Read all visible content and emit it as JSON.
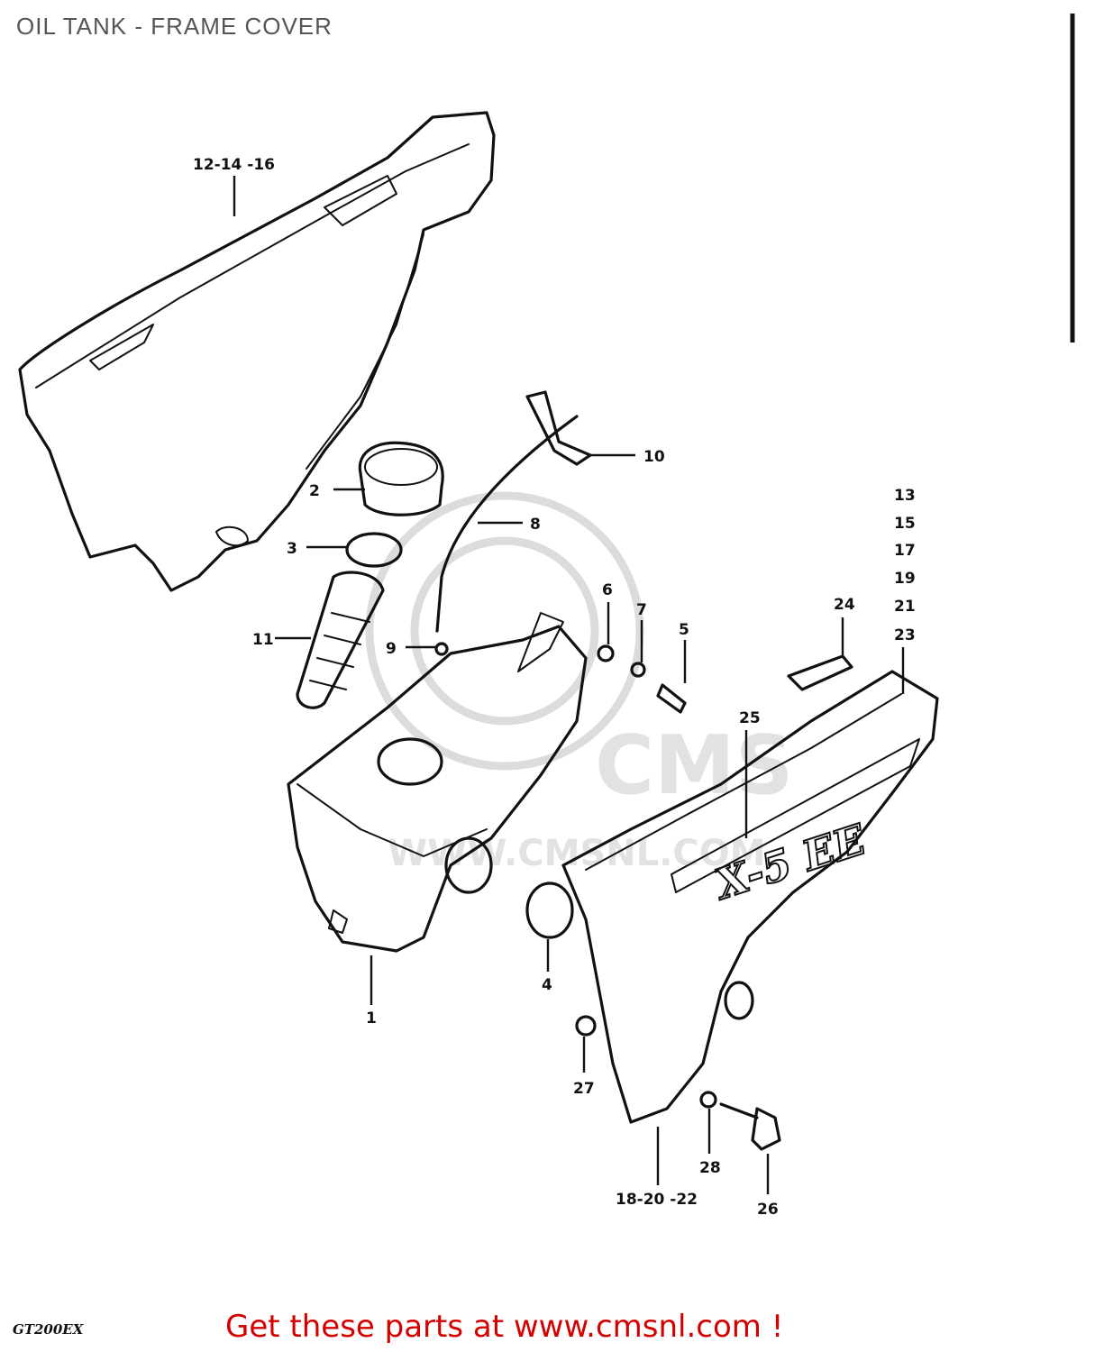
{
  "header": {
    "title": "OIL TANK - FRAME COVER"
  },
  "watermark": {
    "text_main": "CMS",
    "text_url": "WWW.CMSNL.COM"
  },
  "callouts": {
    "c1": "1",
    "c2": "2",
    "c3": "3",
    "c4": "4",
    "c5": "5",
    "c6": "6",
    "c7": "7",
    "c8": "8",
    "c9": "9",
    "c10": "10",
    "c11": "11",
    "c12_14_16": "12-14 -16",
    "c13": "13",
    "c15": "15",
    "c17": "17",
    "c19": "19",
    "c21": "21",
    "c23": "23",
    "c24": "24",
    "c25": "25",
    "c26": "26",
    "c27": "27",
    "c28": "28",
    "c18_20_22": "18-20 -22"
  },
  "footer": {
    "cta": "Get these parts at www.cmsnl.com !",
    "drawing_code": "GT200EX"
  }
}
